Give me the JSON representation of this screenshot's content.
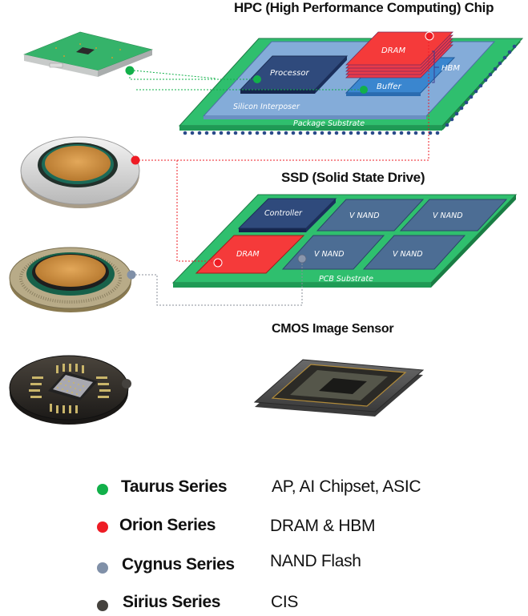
{
  "titles": {
    "hpc": "HPC (High Performance Computing) Chip",
    "ssd": "SSD (Solid State Drive)",
    "cmos": "CMOS Image Sensor"
  },
  "hpc": {
    "processor": "Processor",
    "dram": "DRAM",
    "buffer": "Buffer",
    "hbm": "HBM",
    "interposer": "Silicon Interposer",
    "substrate": "Package Substrate"
  },
  "ssd": {
    "controller": "Controller",
    "dram": "DRAM",
    "nand": [
      "V NAND",
      "V NAND",
      "V NAND",
      "V NAND"
    ],
    "substrate": "PCB Substrate"
  },
  "colors": {
    "taurus": "#12b04a",
    "orion": "#ee1c25",
    "cygnus": "#8090a8",
    "sirius": "#45423e",
    "substrate_green": "#2fbf6e",
    "interposer_blue": "#7fa8d6",
    "dark_navy": "#2d4778",
    "dram_red": "#f53a3a",
    "nand_slate": "#4c6d94"
  },
  "legend": [
    {
      "name": "Taurus Series",
      "desc": "AP, AI Chipset, ASIC",
      "color": "#12b04a"
    },
    {
      "name": "Orion Series",
      "desc": "DRAM & HBM",
      "color": "#ee1c25"
    },
    {
      "name": "Cygnus Series",
      "desc": "NAND Flash",
      "color": "#8090a8"
    },
    {
      "name": "Sirius Series",
      "desc": "CIS",
      "color": "#45423e"
    }
  ]
}
